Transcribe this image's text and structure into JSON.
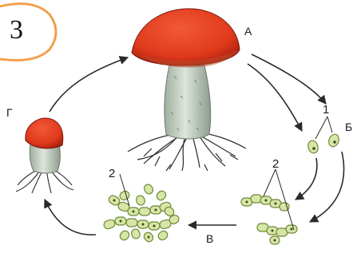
{
  "badge": {
    "number": "3",
    "ring_color": "#f2a04c"
  },
  "labels": {
    "a": "А",
    "b": "Б",
    "v": "В",
    "g": "Г",
    "num1": "1",
    "num2_mid": "2",
    "num2_left": "2"
  },
  "colors": {
    "cap": "#e0391c",
    "cap_dark": "#a8200e",
    "stem": "#c9d3c9",
    "cell": "#d7e6a6",
    "cell_stroke": "#6f8a3a",
    "arrow": "#2a2a2a"
  }
}
